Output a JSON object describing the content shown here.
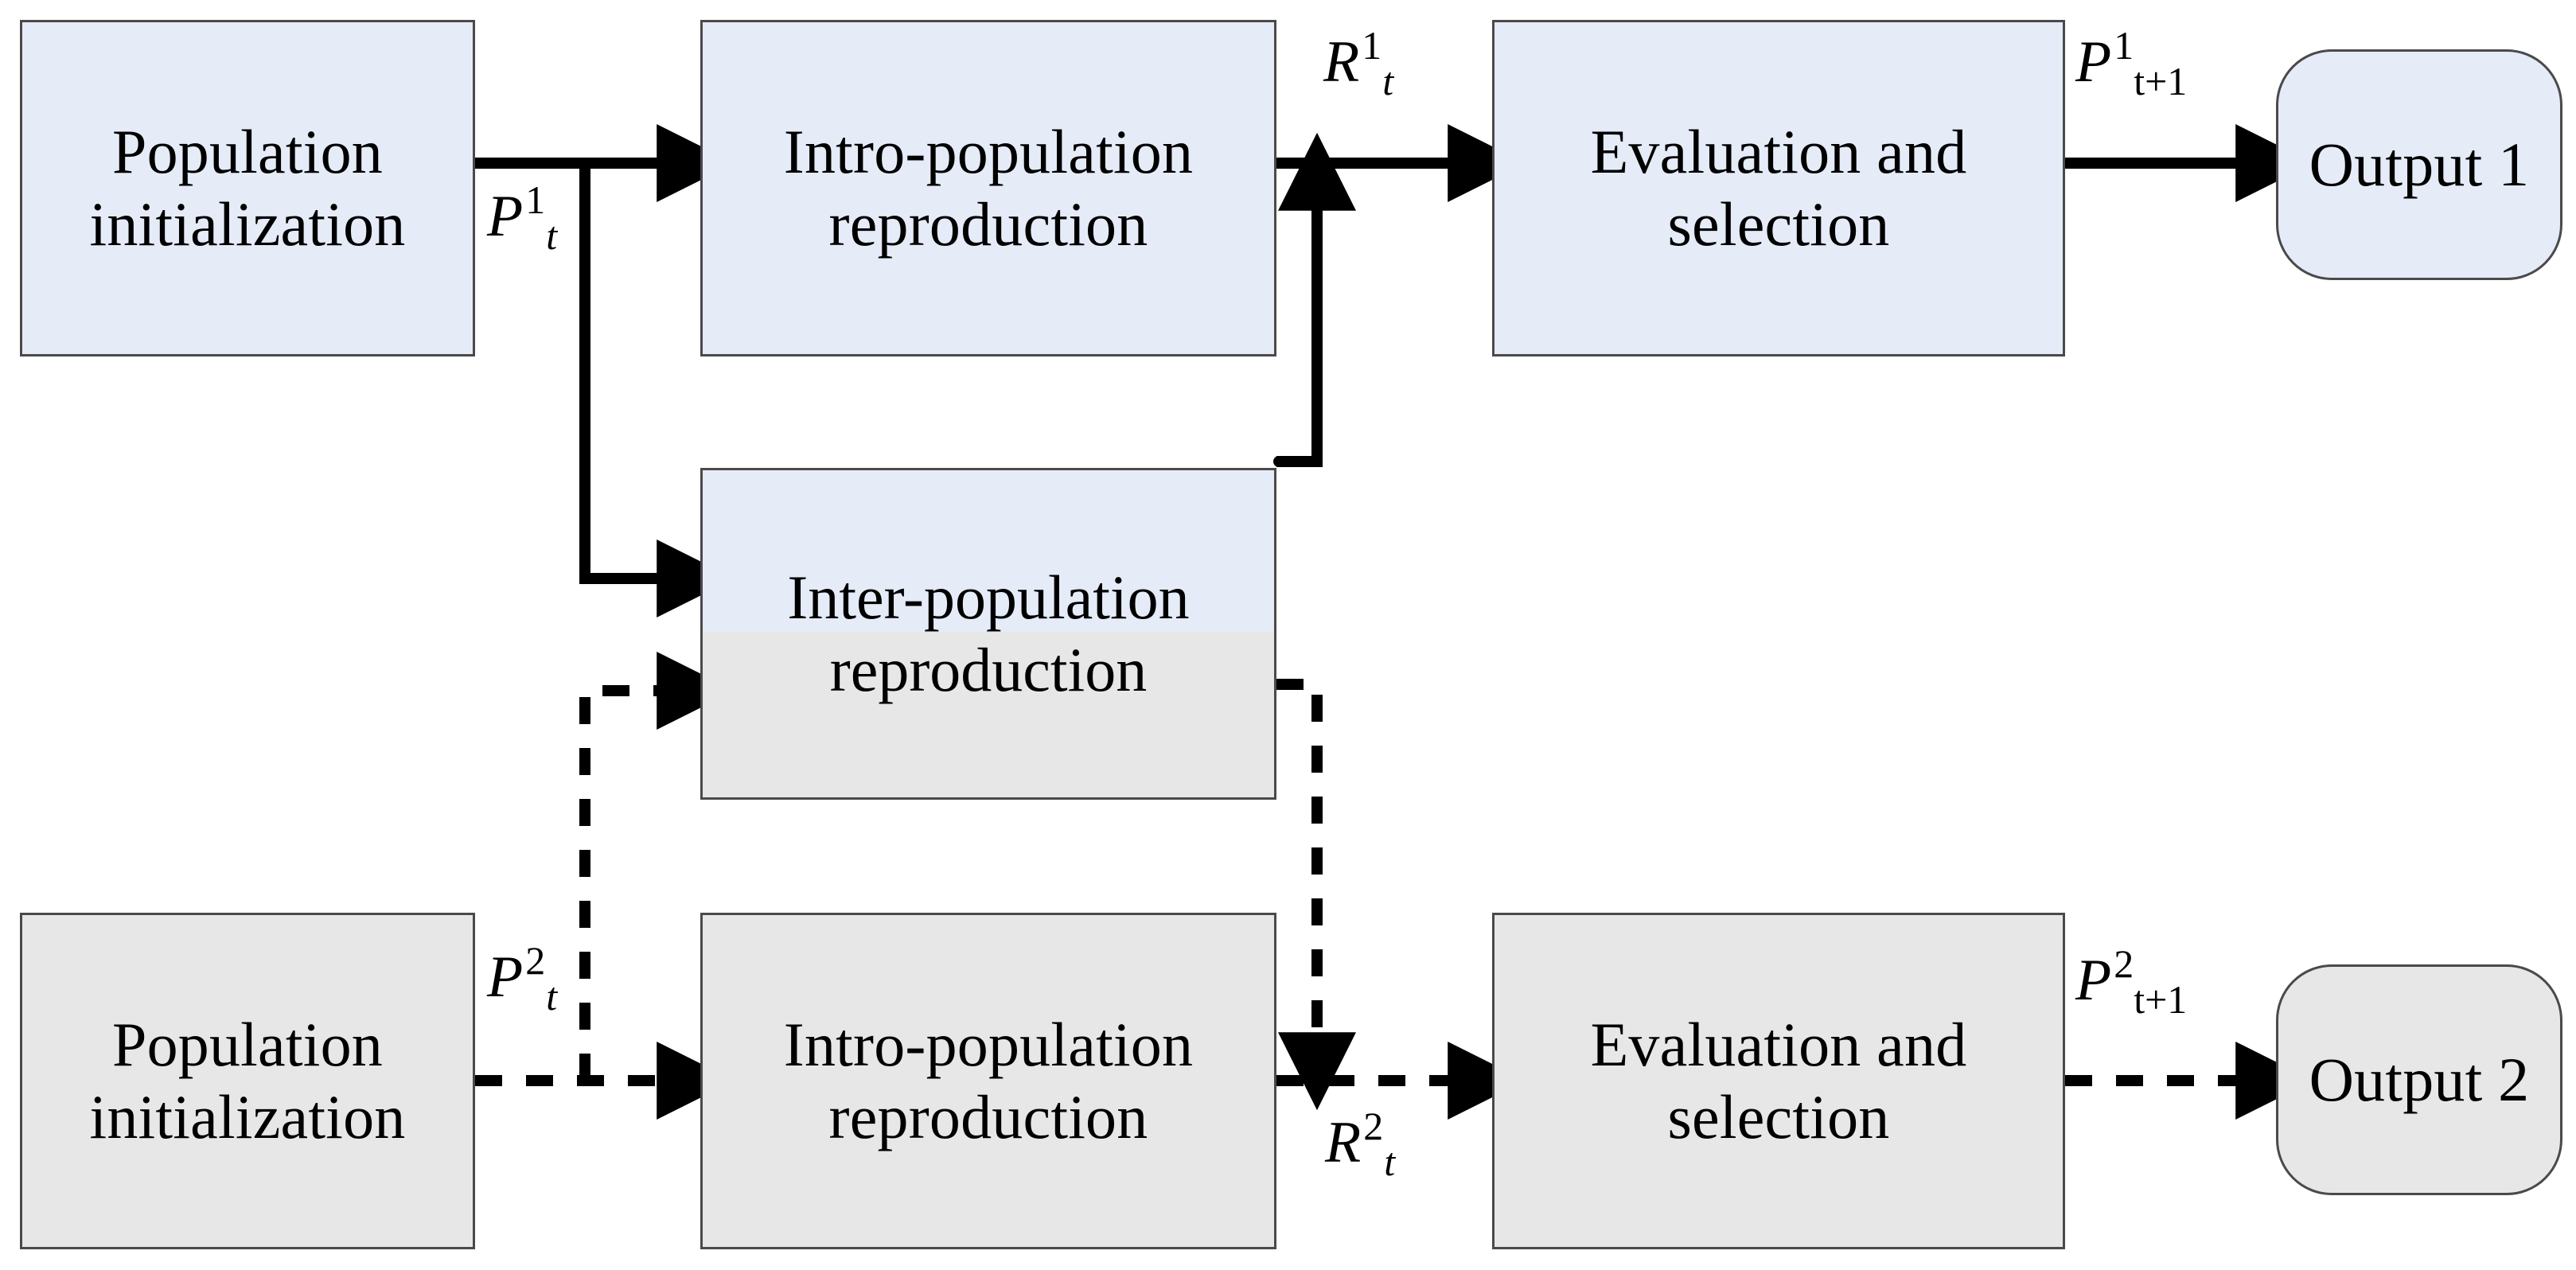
{
  "diagram": {
    "title": "Co-evolutionary dual-population algorithm flowchart",
    "colors": {
      "population_one_fill": "#e5ebf7",
      "population_two_fill": "#e7e7e7",
      "stroke": "#4a4a4a",
      "line": "#000000"
    },
    "nodes": {
      "pop1_init": {
        "line1": "Population",
        "line2": "initialization"
      },
      "pop1_intra": {
        "line1": "Intro-population",
        "line2": "reproduction"
      },
      "pop1_eval": {
        "line1": "Evaluation and",
        "line2": "selection"
      },
      "output1": {
        "label": "Output 1"
      },
      "inter": {
        "line1": "Inter-population",
        "line2": "reproduction"
      },
      "pop2_init": {
        "line1": "Population",
        "line2": "initialization"
      },
      "pop2_intra": {
        "line1": "Intro-population",
        "line2": "reproduction"
      },
      "pop2_eval": {
        "line1": "Evaluation and",
        "line2": "selection"
      },
      "output2": {
        "label": "Output 2"
      }
    },
    "edge_labels": {
      "pt1": {
        "base": "P",
        "sub": "t",
        "sup": "1",
        "plain": "Pt1"
      },
      "rt1": {
        "base": "R",
        "sub": "t",
        "sup": "1",
        "plain": "Rt1"
      },
      "pt1_1": {
        "base": "P",
        "sub": "t+1",
        "sup": "1",
        "plain": "Pt+11"
      },
      "pt2": {
        "base": "P",
        "sub": "t",
        "sup": "2",
        "plain": "Pt2"
      },
      "rt2": {
        "base": "R",
        "sub": "t",
        "sup": "2",
        "plain": "Rt2"
      },
      "pt1_2": {
        "base": "P",
        "sub": "t+1",
        "sup": "2",
        "plain": "Pt+12"
      }
    }
  }
}
